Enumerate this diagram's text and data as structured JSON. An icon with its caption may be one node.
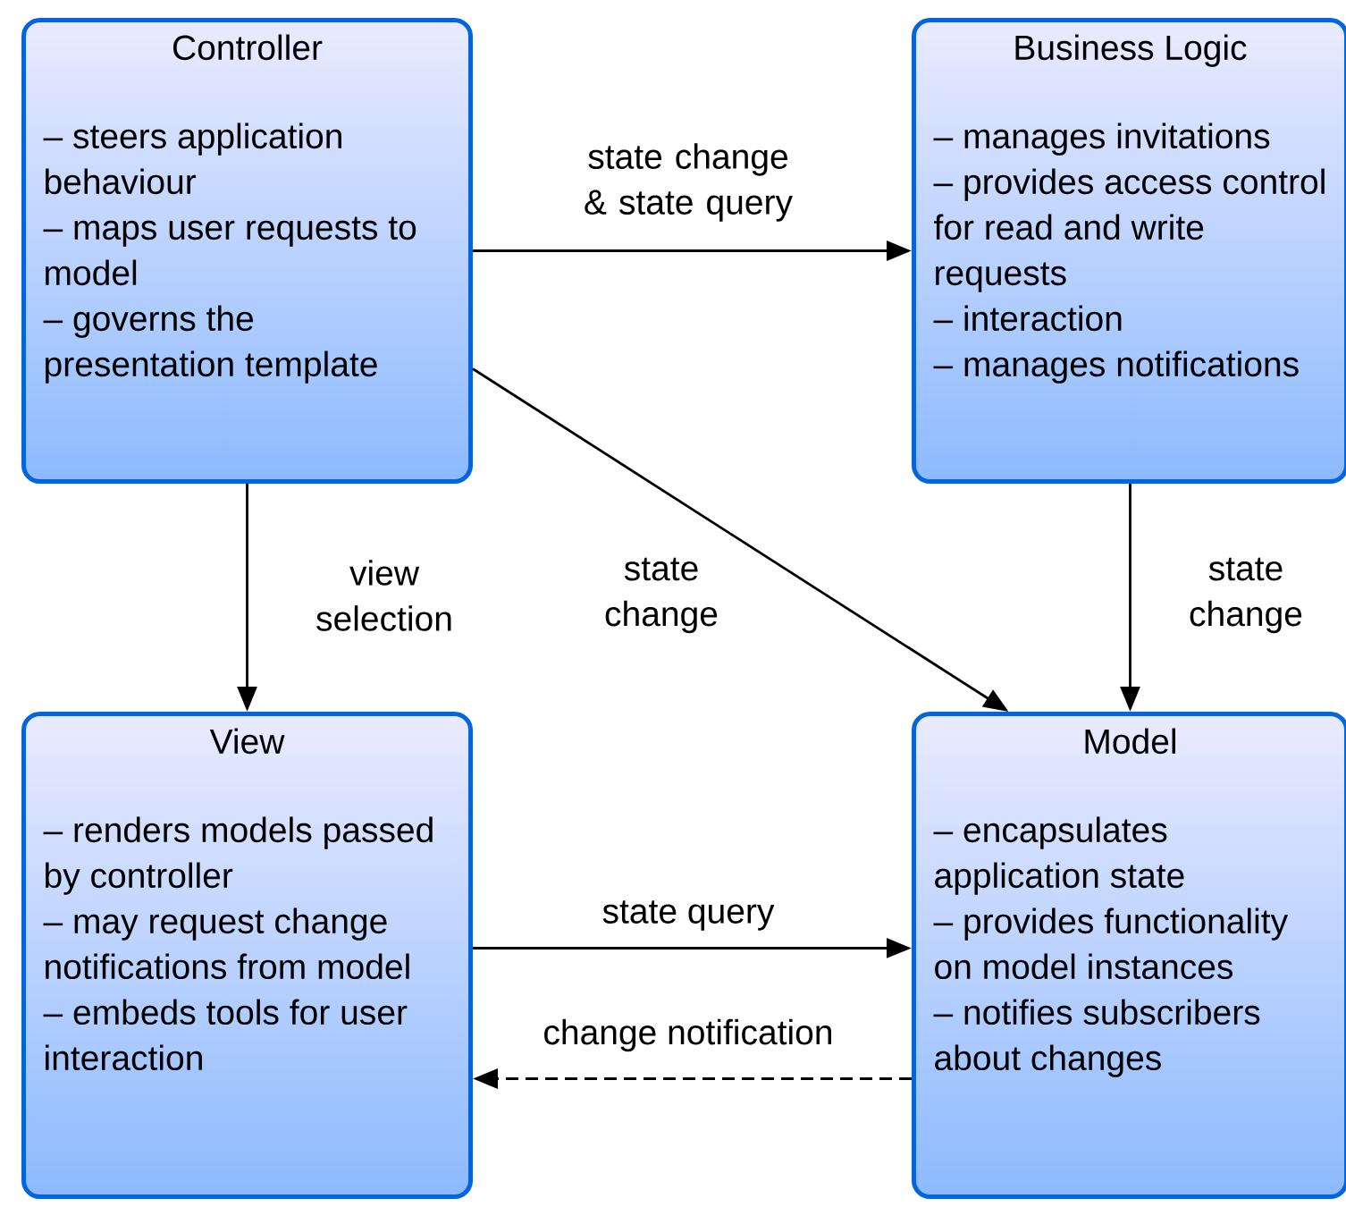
{
  "diagram": {
    "nodes": [
      {
        "text": [
          "Controller",
          "– steers application behaviour",
          "– maps user requests to model",
          "– governs the presentation template"
        ]
      },
      {
        "text": [
          "Business Logic",
          "– manages invitations",
          "– provides access control for read and write requests",
          "– interaction",
          "– manages notifications"
        ]
      },
      {
        "text": [
          "View",
          "– renders models passed by controller",
          "– may request change notifications from model",
          "– embeds tools for user interaction"
        ]
      },
      {
        "text": [
          "Model",
          "– encapsulates application state",
          "– provides functionality on model instances",
          "– notifies subscribers about changes"
        ]
      }
    ],
    "edges": [
      {
        "from": 0,
        "to": 1,
        "arrow": "to",
        "label": "state change & state query"
      },
      {
        "from": 0,
        "to": 3,
        "arrow": "to",
        "label": "state change"
      },
      {
        "from": 1,
        "to": 3,
        "arrow": "to",
        "label": "state change"
      },
      {
        "from": 0,
        "to": 2,
        "arrow": "to",
        "label": "view selection"
      },
      {
        "from": 2,
        "to": 3,
        "arrow": "to",
        "label": "state query"
      },
      {
        "from": 3,
        "to": 2,
        "arrow": "to",
        "label": "change notification",
        "style": "dashed"
      }
    ]
  }
}
